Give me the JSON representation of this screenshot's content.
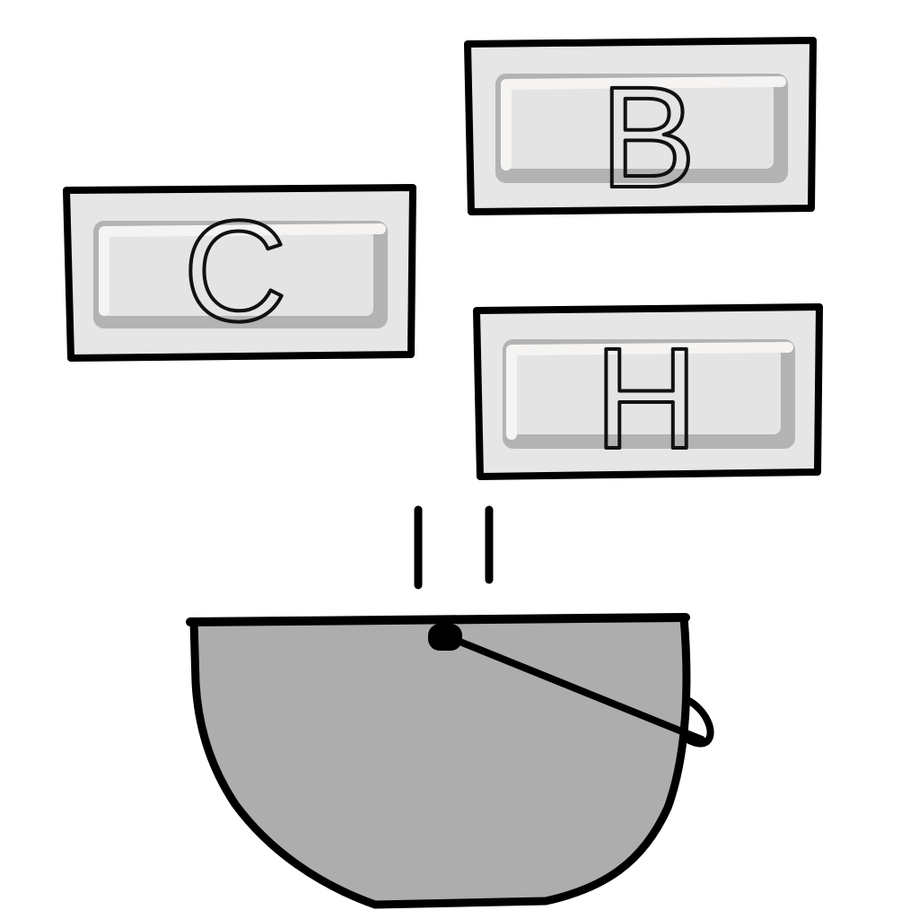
{
  "tiles": [
    {
      "letter": "C"
    },
    {
      "letter": "B"
    },
    {
      "letter": "H"
    }
  ],
  "colors": {
    "background": "#ffffff",
    "tile_fill": "#e6e6e6",
    "key_face": "#e4e4e4",
    "key_shadow": "#b3b3b3",
    "key_highlight": "#f6f4f2",
    "outline": "#000000",
    "bucket_fill": "#adadad"
  },
  "icons": {
    "bucket": "bucket-icon",
    "drip": "drip-lines-icon"
  }
}
